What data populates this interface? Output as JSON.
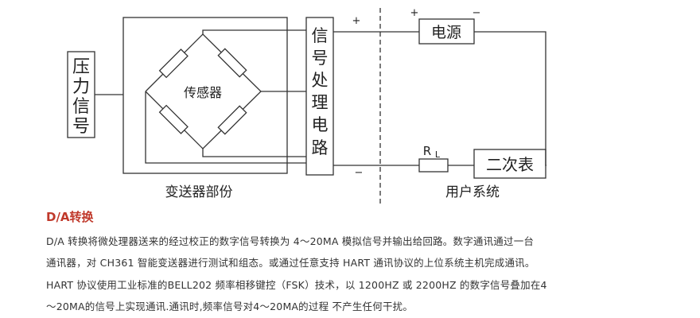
{
  "diagram": {
    "pressure_signal": [
      "压",
      "力",
      "信",
      "号"
    ],
    "sensor": "传感器",
    "transmitter_part": "变送器部份",
    "signal_circuit": [
      "信",
      "号",
      "处",
      "理",
      "电",
      "路"
    ],
    "plus": "+",
    "minus": "−",
    "power": "电源",
    "rl_main": "R",
    "rl_sub": "L",
    "meter": "二次表",
    "user_system": "用户系统"
  },
  "section": {
    "title": "D/A转换",
    "lines": [
      "D/A 转换将微处理器送来的经过校正的数字信号转换为 4～20MA 模拟信号并输出给回路。数字通讯通过一台",
      "通讯器，对 CH361 智能变送器进行测试和组态。或通过任意支持 HART 通讯协议的上位系统主机完成通讯。",
      "HART 协议使用工业标准的BELL202 频率相移键控（FSK）技术，以 1200HZ 或 2200HZ 的数字信号叠加在4",
      "～20MA的信号上实现通讯.通讯时,频率信号对4～20MA的过程 不产生任何干扰。"
    ]
  }
}
